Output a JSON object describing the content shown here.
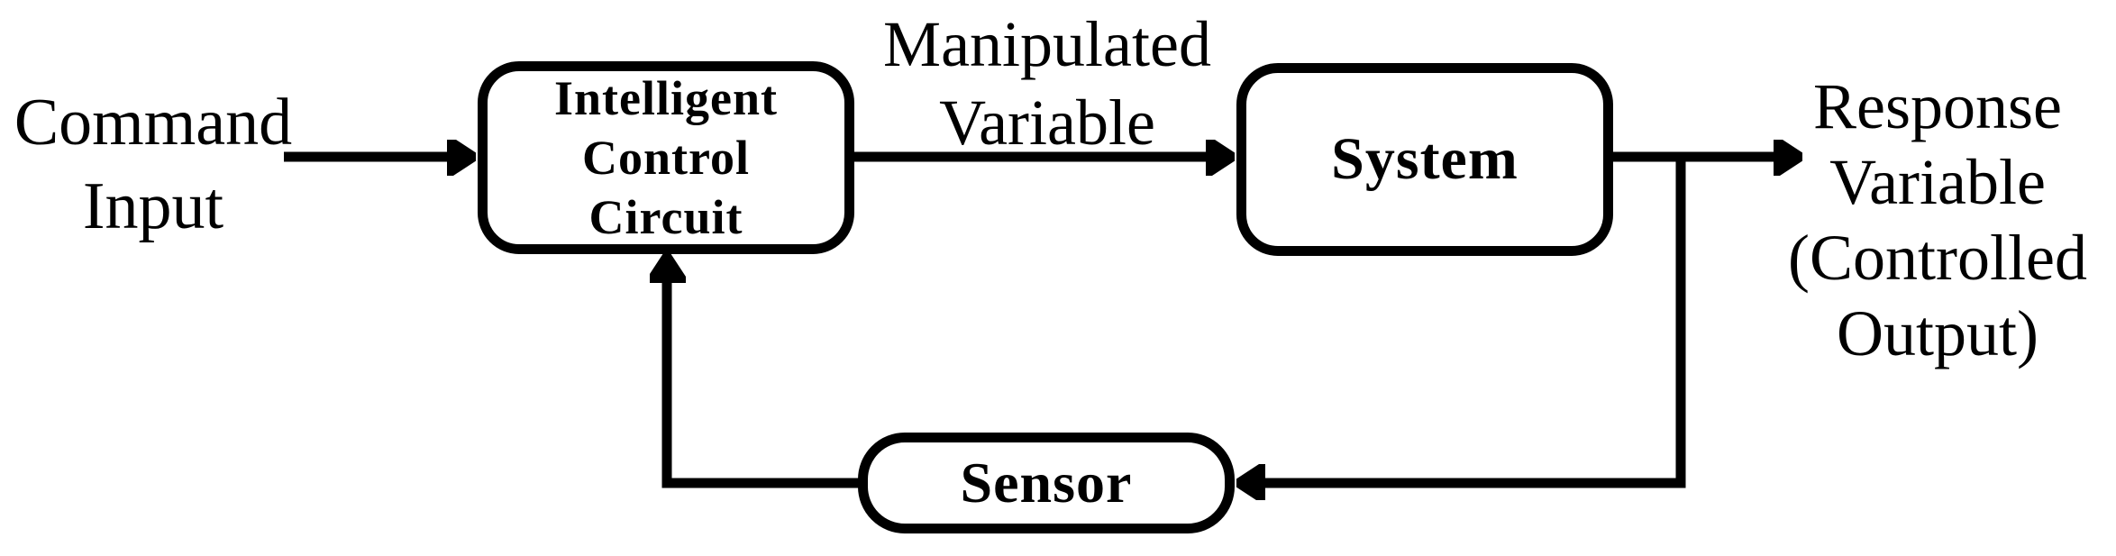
{
  "colors": {
    "background": "#ffffff",
    "ink": "#000000"
  },
  "nodes": {
    "controller": {
      "lines": [
        "Intelligent",
        "Control",
        "Circuit"
      ]
    },
    "system": {
      "label": "System"
    },
    "sensor": {
      "label": "Sensor"
    }
  },
  "labels": {
    "command_input": {
      "lines": [
        "Command",
        "Input"
      ]
    },
    "manipulated_variable": {
      "lines": [
        "Manipulated",
        "Variable"
      ]
    },
    "response_variable": {
      "lines": [
        "Response",
        "Variable",
        "(Controlled",
        "Output)"
      ]
    }
  }
}
